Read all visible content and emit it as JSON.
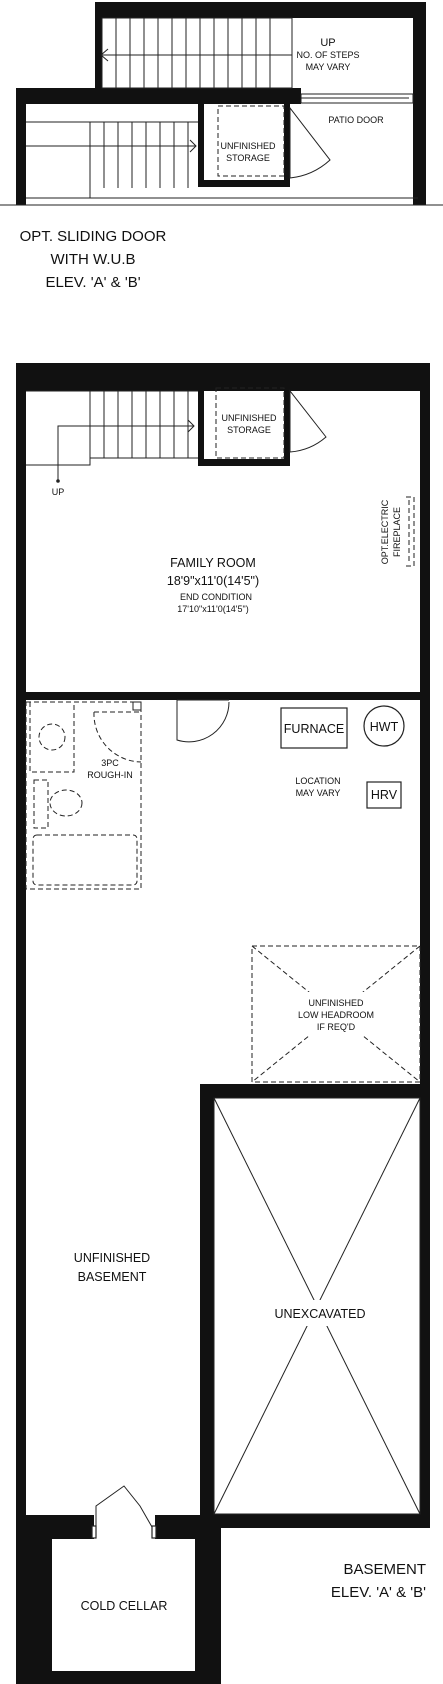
{
  "top_detail": {
    "up_label": "UP",
    "steps_label_1": "NO. OF STEPS",
    "steps_label_2": "MAY VARY",
    "patio_door_label": "PATIO DOOR",
    "storage_label_1": "UNFINISHED",
    "storage_label_2": "STORAGE",
    "caption_line_1": "OPT. SLIDING DOOR",
    "caption_line_2": "WITH W.U.B",
    "caption_line_3": "ELEV. 'A' & 'B'"
  },
  "basement": {
    "storage_label_1": "UNFINISHED",
    "storage_label_2": "STORAGE",
    "up_label": "UP",
    "fireplace_label_1": "OPT.ELECTRIC",
    "fireplace_label_2": "FIREPLACE",
    "family_room": {
      "name": "FAMILY ROOM",
      "size": "18'9\"x11'0(14'5\")",
      "end_condition_label": "END CONDITION",
      "end_condition_size": "17'10\"x11'0(14'5\")"
    },
    "rough_in_label_1": "3PC",
    "rough_in_label_2": "ROUGH-IN",
    "furnace_label": "FURNACE",
    "hwt_label": "HWT",
    "hrv_label": "HRV",
    "location_label_1": "LOCATION",
    "location_label_2": "MAY VARY",
    "low_headroom_label_1": "UNFINISHED",
    "low_headroom_label_2": "LOW HEADROOM",
    "low_headroom_label_3": "IF REQ'D",
    "unfinished_basement_label_1": "UNFINISHED",
    "unfinished_basement_label_2": "BASEMENT",
    "unexcavated_label": "UNEXCAVATED",
    "cold_cellar_label": "COLD CELLAR",
    "caption_line_1": "BASEMENT",
    "caption_line_2": "ELEV. 'A' & 'B'"
  }
}
